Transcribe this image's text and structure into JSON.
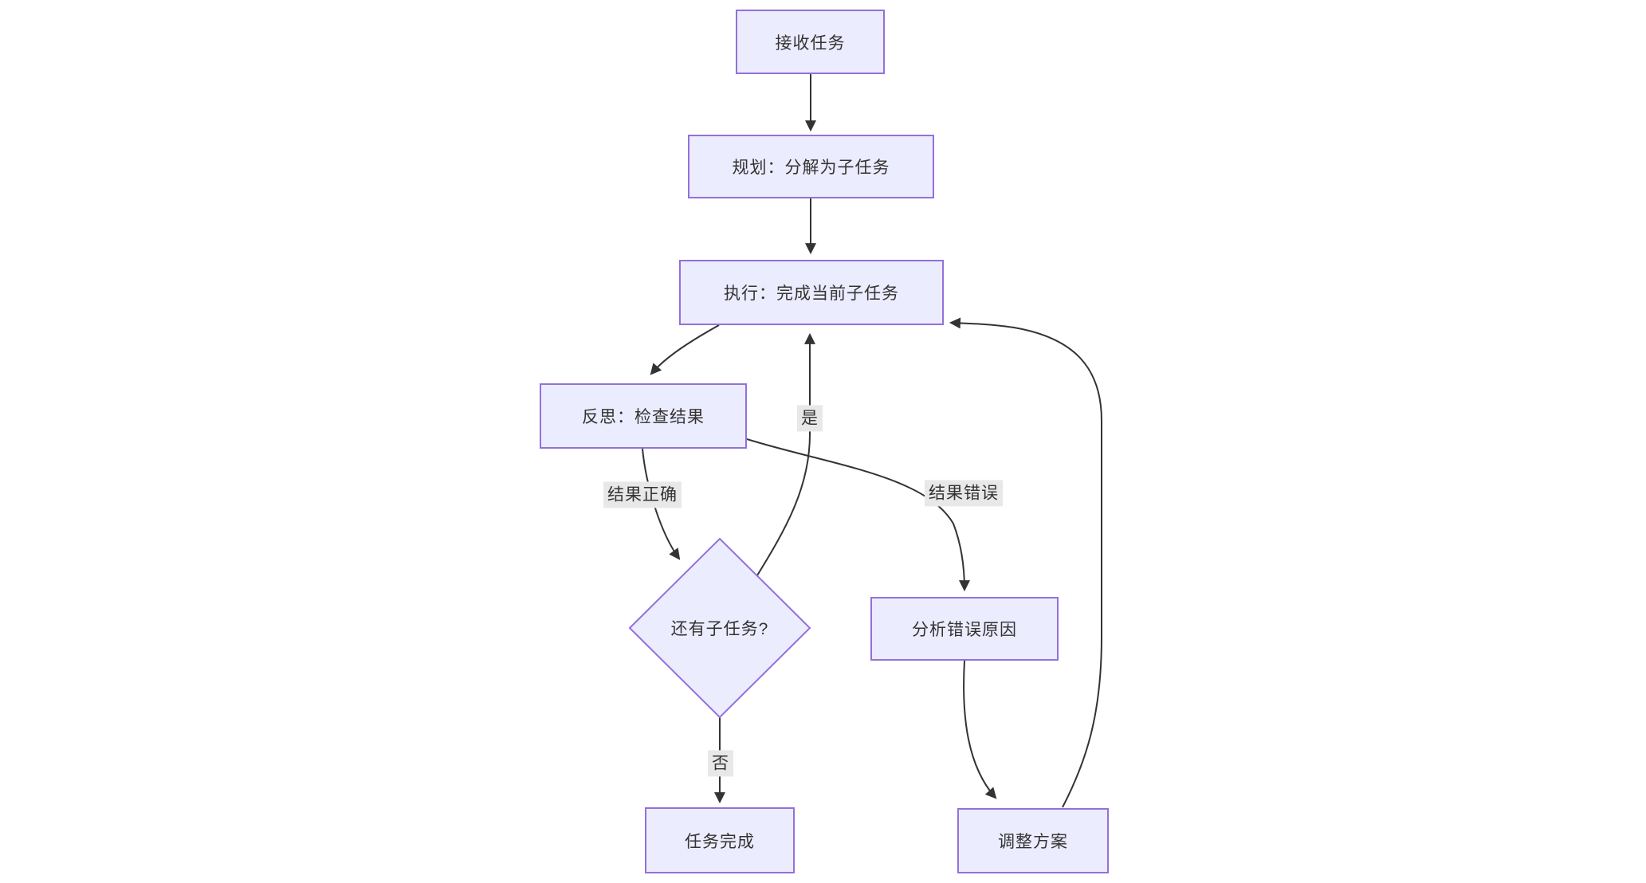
{
  "diagram": {
    "type": "flowchart",
    "colors": {
      "node_fill": "#ECECFF",
      "node_border": "#9370DB",
      "edge_line": "#333333",
      "edge_label_bg": "#e8e8e8",
      "text": "#333333",
      "background": "#ffffff"
    },
    "nodes": {
      "receive": {
        "label": "接收任务"
      },
      "plan": {
        "label": "规划：分解为子任务"
      },
      "execute": {
        "label": "执行：完成当前子任务"
      },
      "reflect": {
        "label": "反思：检查结果"
      },
      "has_subtask": {
        "label": "还有子任务?"
      },
      "analyze": {
        "label": "分析错误原因"
      },
      "done": {
        "label": "任务完成"
      },
      "adjust": {
        "label": "调整方案"
      }
    },
    "edge_labels": {
      "correct": "结果正确",
      "wrong": "结果错误",
      "yes": "是",
      "no": "否"
    }
  }
}
